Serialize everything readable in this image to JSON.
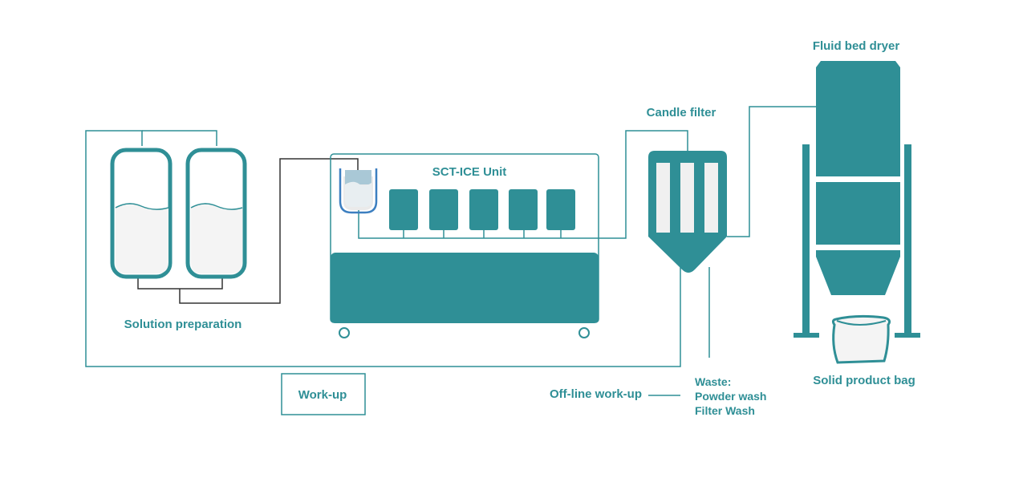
{
  "labels": {
    "solution_preparation": "Solution preparation",
    "sct_ice_unit": "SCT-ICE Unit",
    "candle_filter": "Candle filter",
    "fluid_bed_dryer": "Fluid bed dryer",
    "solid_product_bag": "Solid product bag",
    "work_up": "Work-up",
    "offline_work_up": "Off-line work-up",
    "waste_lines": [
      "Waste:",
      "Powder wash",
      "Filter Wash"
    ]
  },
  "colors": {
    "teal": "#2f8f96",
    "pipe": "#2f8f96",
    "dark_pipe": "#333333",
    "fill_light": "#f4f4f4",
    "liquid_blue": "#a9c8d6",
    "beaker_blue": "#3d7fc0"
  }
}
